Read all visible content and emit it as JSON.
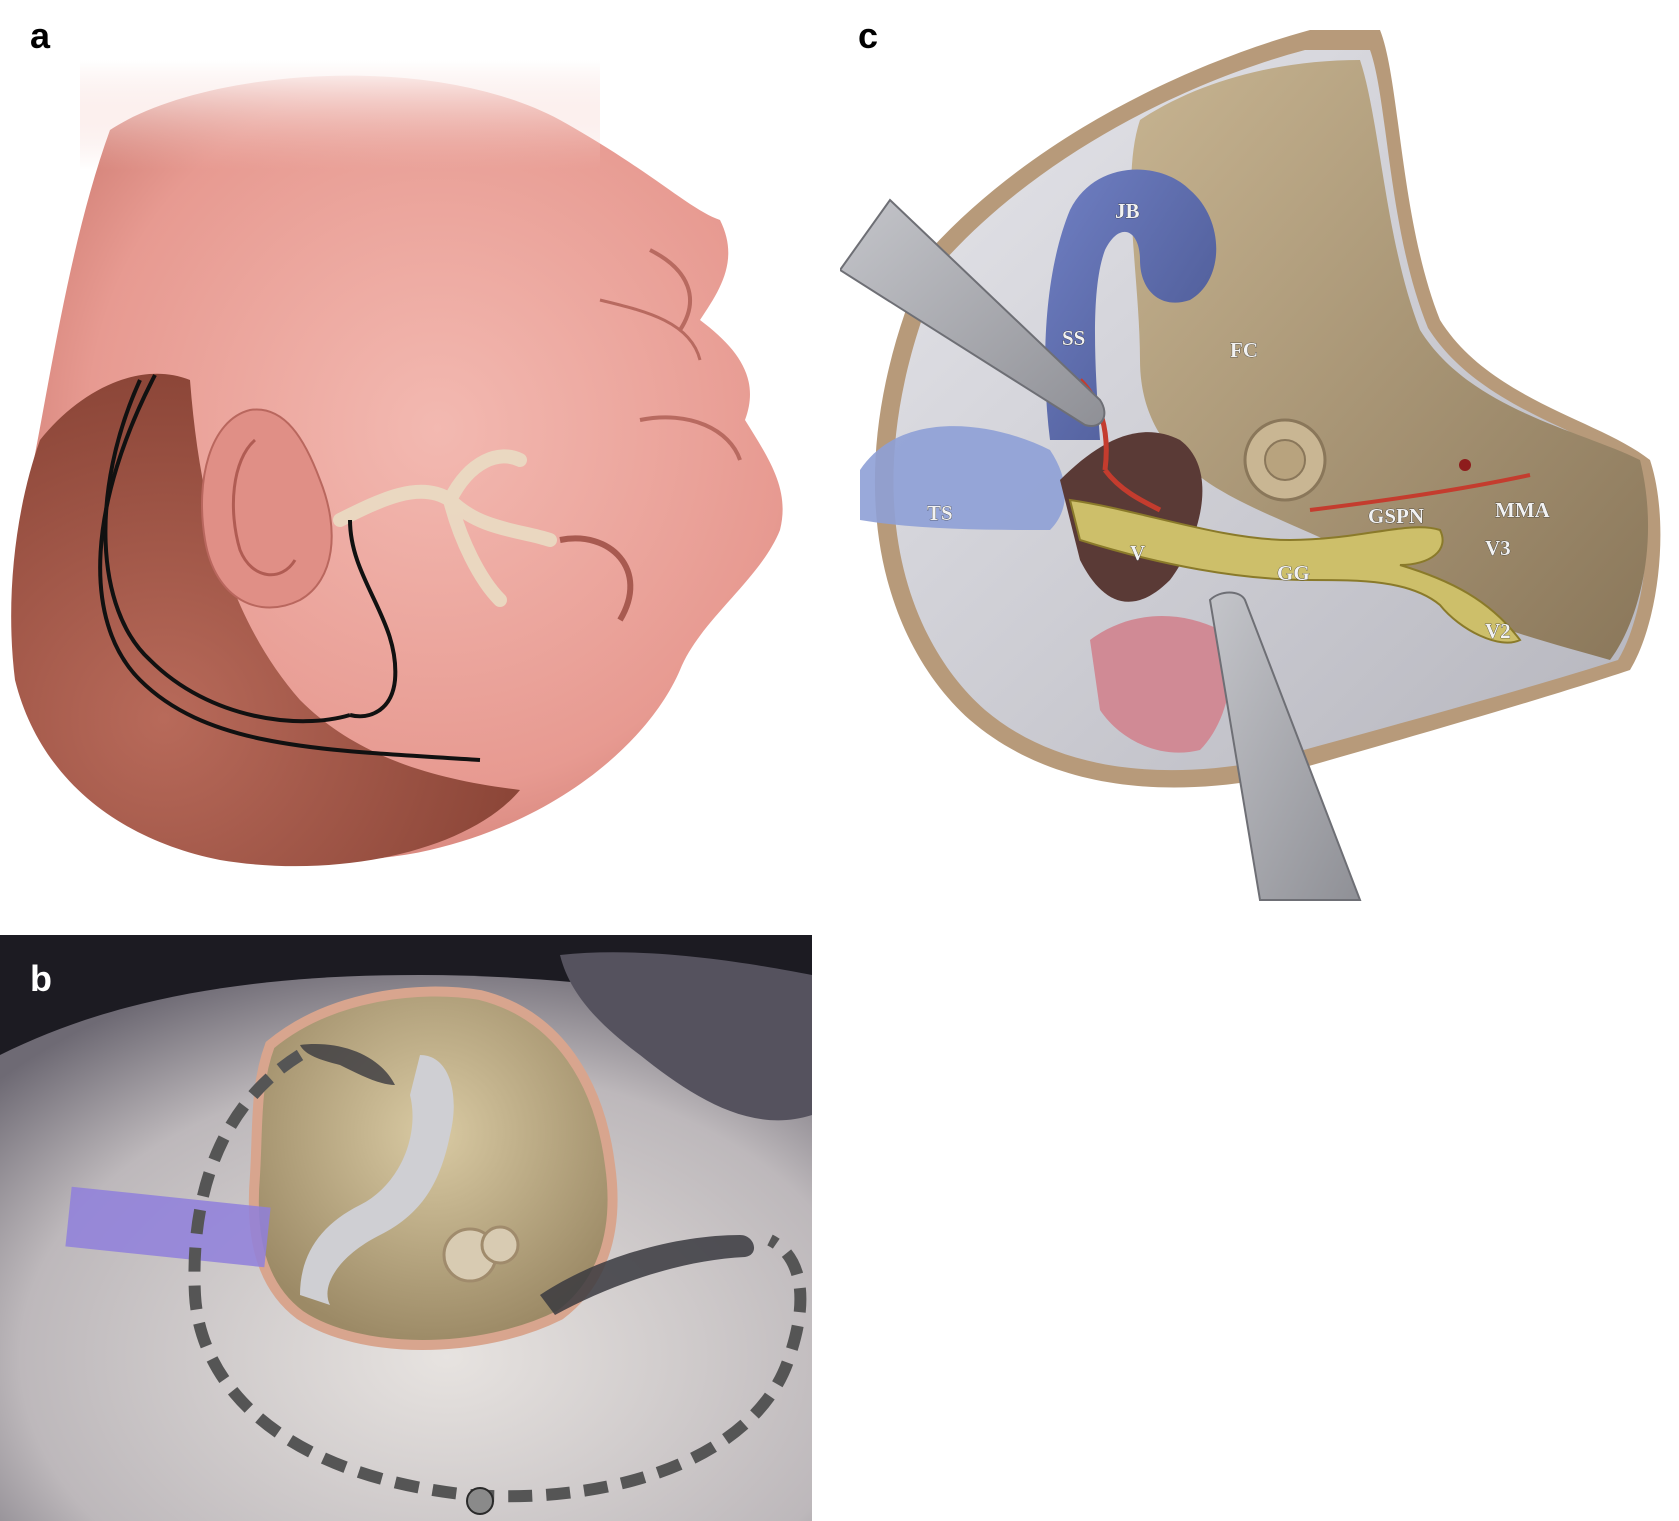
{
  "panels": {
    "a": {
      "letter": "a"
    },
    "b": {
      "letter": "b"
    },
    "c": {
      "letter": "c",
      "labels": {
        "jb": "JB",
        "ss": "SS",
        "fc": "FC",
        "ts": "TS",
        "gspn": "GSPN",
        "mma": "MMA",
        "v": "V",
        "gg": "GG",
        "v3": "V3",
        "v2": "V2"
      }
    }
  },
  "colors": {
    "skin": "#e9a9a1",
    "hair": "#a45a4c",
    "bone": "#c9c8cf",
    "dura": "#9a8a70",
    "sinus": "#5c6aa8",
    "retractor": "#a9aab0",
    "dashed_line": "#555555",
    "marker": "#8f7fdc"
  }
}
